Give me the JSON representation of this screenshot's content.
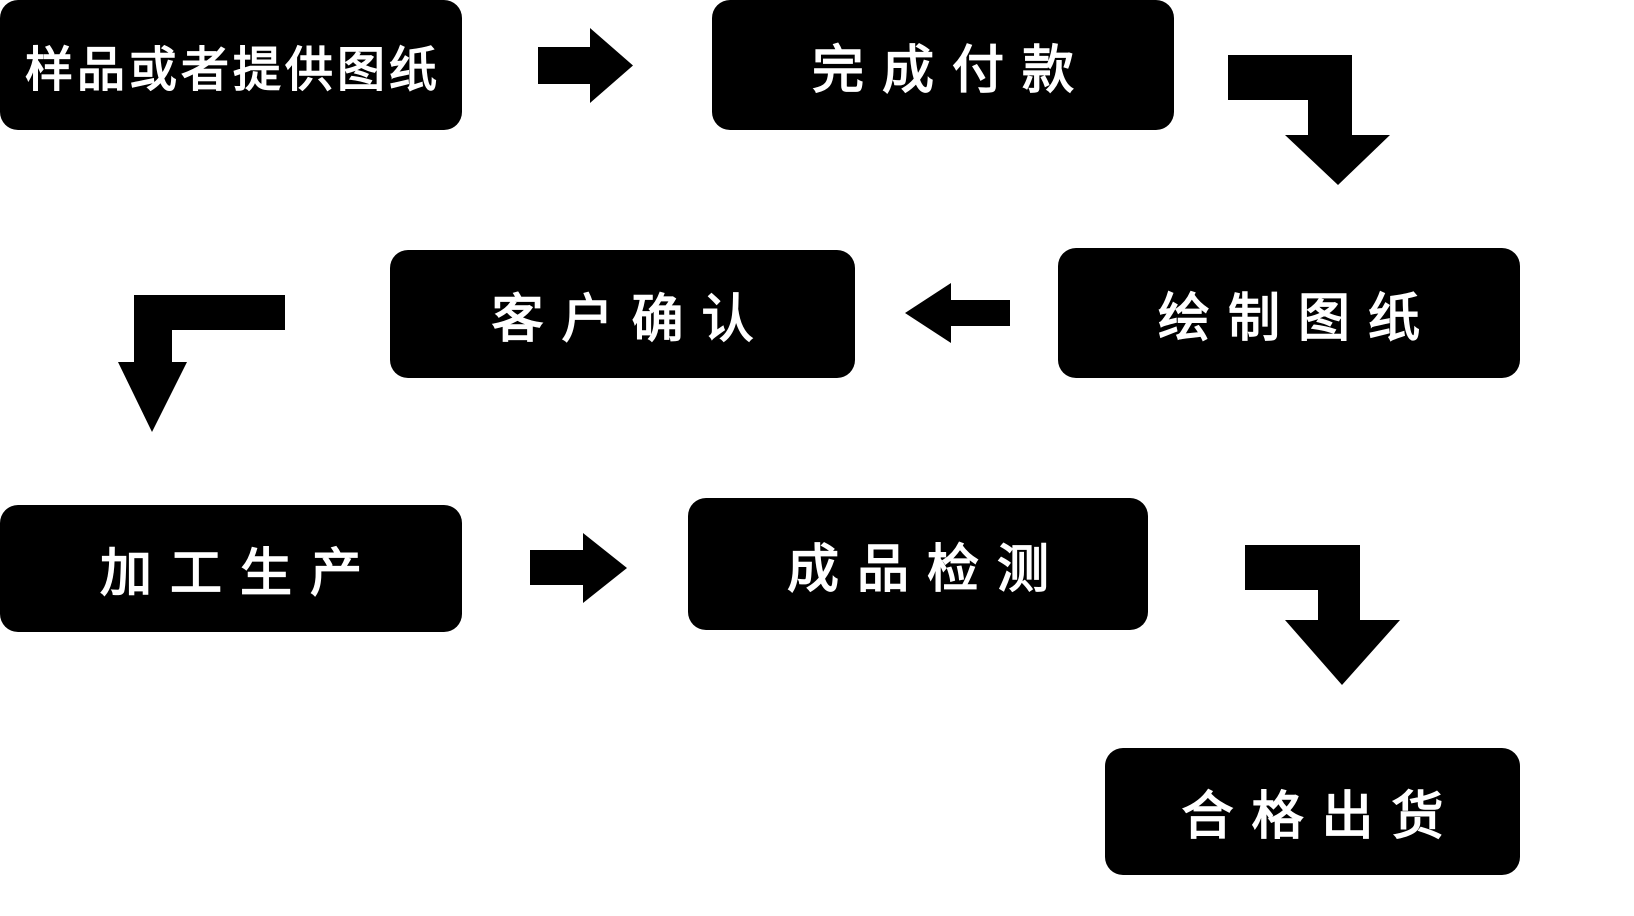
{
  "diagram": {
    "title": "production-process-flowchart",
    "background_color": "#ffffff",
    "node_fill_color": "#000000",
    "node_text_color": "#ffffff",
    "arrow_color": "#000000",
    "nodes": [
      {
        "id": "sample",
        "label": "样品或者提供图纸"
      },
      {
        "id": "payment",
        "label": "完成付款"
      },
      {
        "id": "draw",
        "label": "绘制图纸"
      },
      {
        "id": "confirm",
        "label": "客户确认"
      },
      {
        "id": "produce",
        "label": "加工生产"
      },
      {
        "id": "inspect",
        "label": "成品检测"
      },
      {
        "id": "ship",
        "label": "合格出货"
      }
    ],
    "edges": [
      {
        "from": "sample",
        "to": "payment",
        "shape": "straight-right"
      },
      {
        "from": "payment",
        "to": "draw",
        "shape": "elbow-right-down"
      },
      {
        "from": "draw",
        "to": "confirm",
        "shape": "straight-left"
      },
      {
        "from": "confirm",
        "to": "produce",
        "shape": "elbow-left-down"
      },
      {
        "from": "produce",
        "to": "inspect",
        "shape": "straight-right"
      },
      {
        "from": "inspect",
        "to": "ship",
        "shape": "elbow-right-down"
      }
    ]
  }
}
